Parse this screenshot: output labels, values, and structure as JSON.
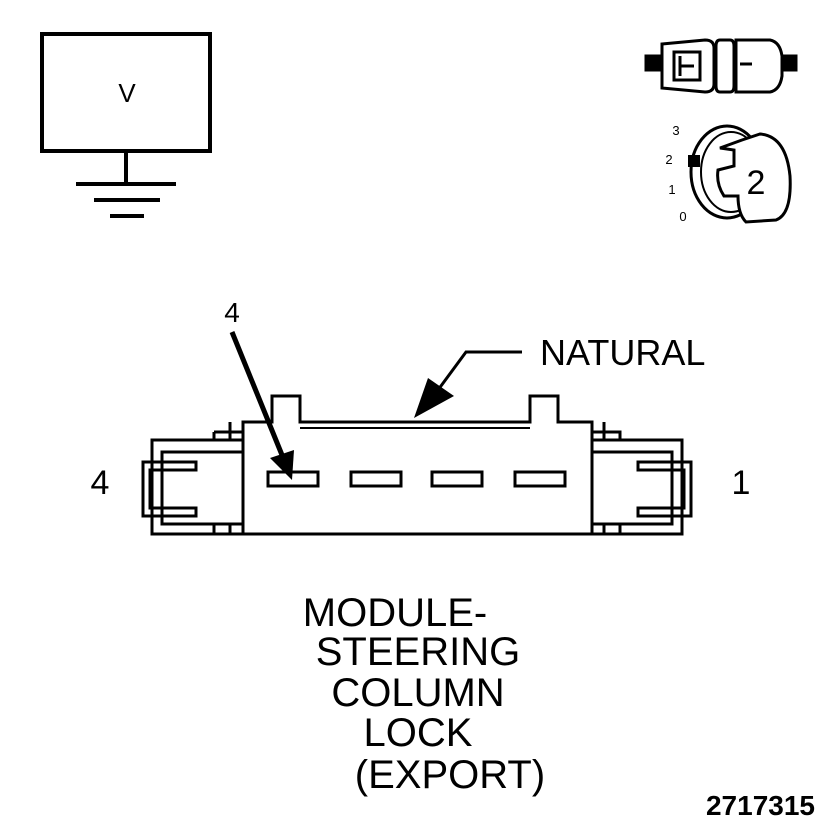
{
  "meter": {
    "label": "V"
  },
  "ignition": {
    "positions": [
      "3",
      "2",
      "1",
      "0"
    ],
    "key_position": "2"
  },
  "connector": {
    "callout_pin": "4",
    "color_label": "NATURAL",
    "left_pin": "4",
    "right_pin": "1"
  },
  "component": {
    "title_lines": [
      "MODULE-",
      "STEERING",
      "COLUMN",
      "LOCK",
      "(EXPORT)"
    ]
  },
  "figure_id": "2717315",
  "colors": {
    "ink": "#000000",
    "paper": "#ffffff"
  }
}
